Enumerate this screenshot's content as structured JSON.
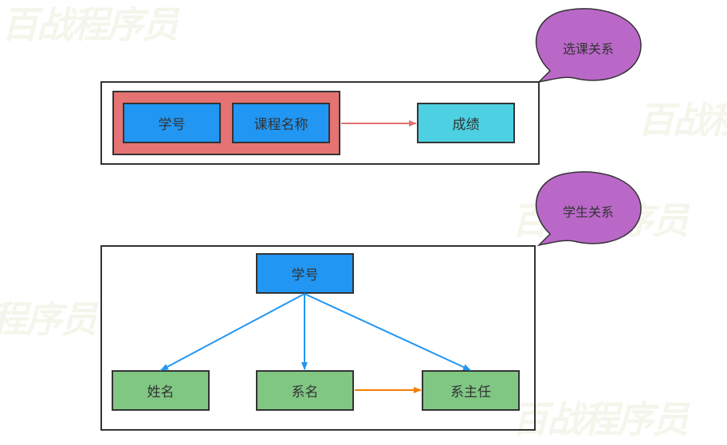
{
  "watermark": "百战程序员",
  "diagram1": {
    "callout": "选课关系",
    "composite_key": [
      "学号",
      "课程名称"
    ],
    "target": "成绩"
  },
  "diagram2": {
    "callout": "学生关系",
    "root": "学号",
    "children": [
      "姓名",
      "系名",
      "系主任"
    ]
  },
  "colors": {
    "key_blue": "#2196f3",
    "composite_red": "#e57373",
    "result_cyan": "#4dd0e1",
    "attr_green": "#81c784",
    "callout_purple": "#ba68c8",
    "arrow_red": "#e57373",
    "arrow_blue": "#2196f3",
    "arrow_orange": "#f57c00"
  }
}
